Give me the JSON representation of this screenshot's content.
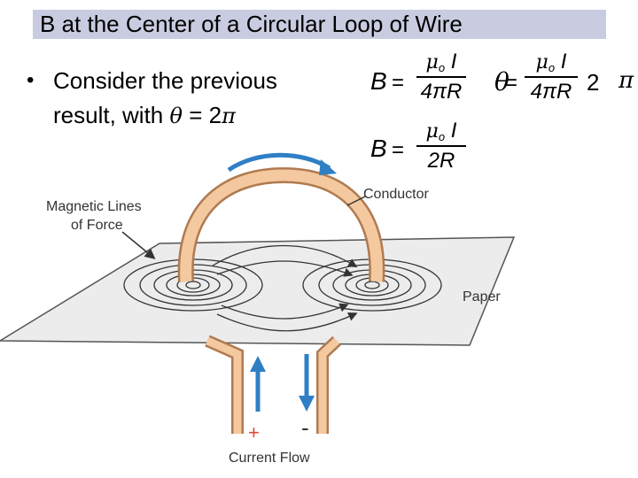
{
  "slide": {
    "title": "B at the Center of a Circular Loop of Wire",
    "bullet_line1": "Consider the previous",
    "bullet_line2_prefix": "result, with",
    "bullet_theta": "θ",
    "bullet_equals": "= 2",
    "bullet_pi": "π"
  },
  "equations": {
    "eq1_lhs": "B",
    "eq1_equals": "=",
    "eq1_num_mu": "μ",
    "eq1_num_sub": "o",
    "eq1_num_I": "I",
    "eq1_den": "4πR",
    "eq1_theta": "θ",
    "eq2_equals": "=",
    "eq2_num_mu": "μ",
    "eq2_num_sub": "o",
    "eq2_num_I": "I",
    "eq2_den": "4πR",
    "eq2_factor": "2",
    "eq2_pi": "π",
    "eq3_lhs": "B",
    "eq3_equals": "=",
    "eq3_num_mu": "μ",
    "eq3_num_sub": "o",
    "eq3_num_I": "I",
    "eq3_den": "2R"
  },
  "diagram": {
    "label_magnetic_lines_1": "Magnetic Lines",
    "label_magnetic_lines_2": "of Force",
    "label_conductor": "Conductor",
    "label_paper": "Paper",
    "label_plus": "+",
    "label_minus": "-",
    "label_current_flow": "Current Flow",
    "colors": {
      "title_bg": "#c9cce0",
      "wire_fill": "#f5c9a0",
      "wire_stroke": "#b07a50",
      "arrow_blue": "#2f7fc4",
      "paper_fill": "#e8e8e8",
      "field_line": "#333333"
    }
  }
}
